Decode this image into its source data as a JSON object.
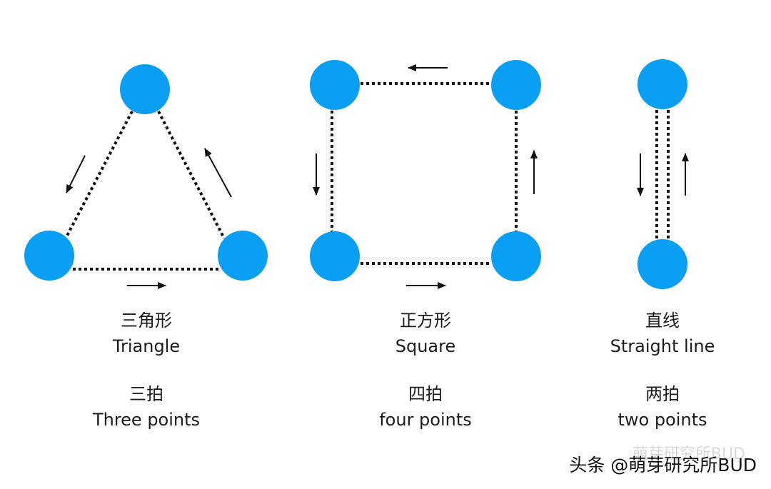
{
  "colors": {
    "node": "#0a9ff2",
    "line": "#111111"
  },
  "panels": [
    {
      "id": "triangle",
      "name_zh": "三角形",
      "name_en": "Triangle",
      "beats_zh": "三拍",
      "beats_en": "Three points"
    },
    {
      "id": "square",
      "name_zh": "正方形",
      "name_en": "Square",
      "beats_zh": "四拍",
      "beats_en": "four points"
    },
    {
      "id": "line",
      "name_zh": "直线",
      "name_en": "Straight line",
      "beats_zh": "两拍",
      "beats_en": "two points"
    }
  ],
  "watermark": {
    "text": "头条 @萌芽研究所BUD",
    "ghost_text": "萌芽研究所BUD"
  }
}
